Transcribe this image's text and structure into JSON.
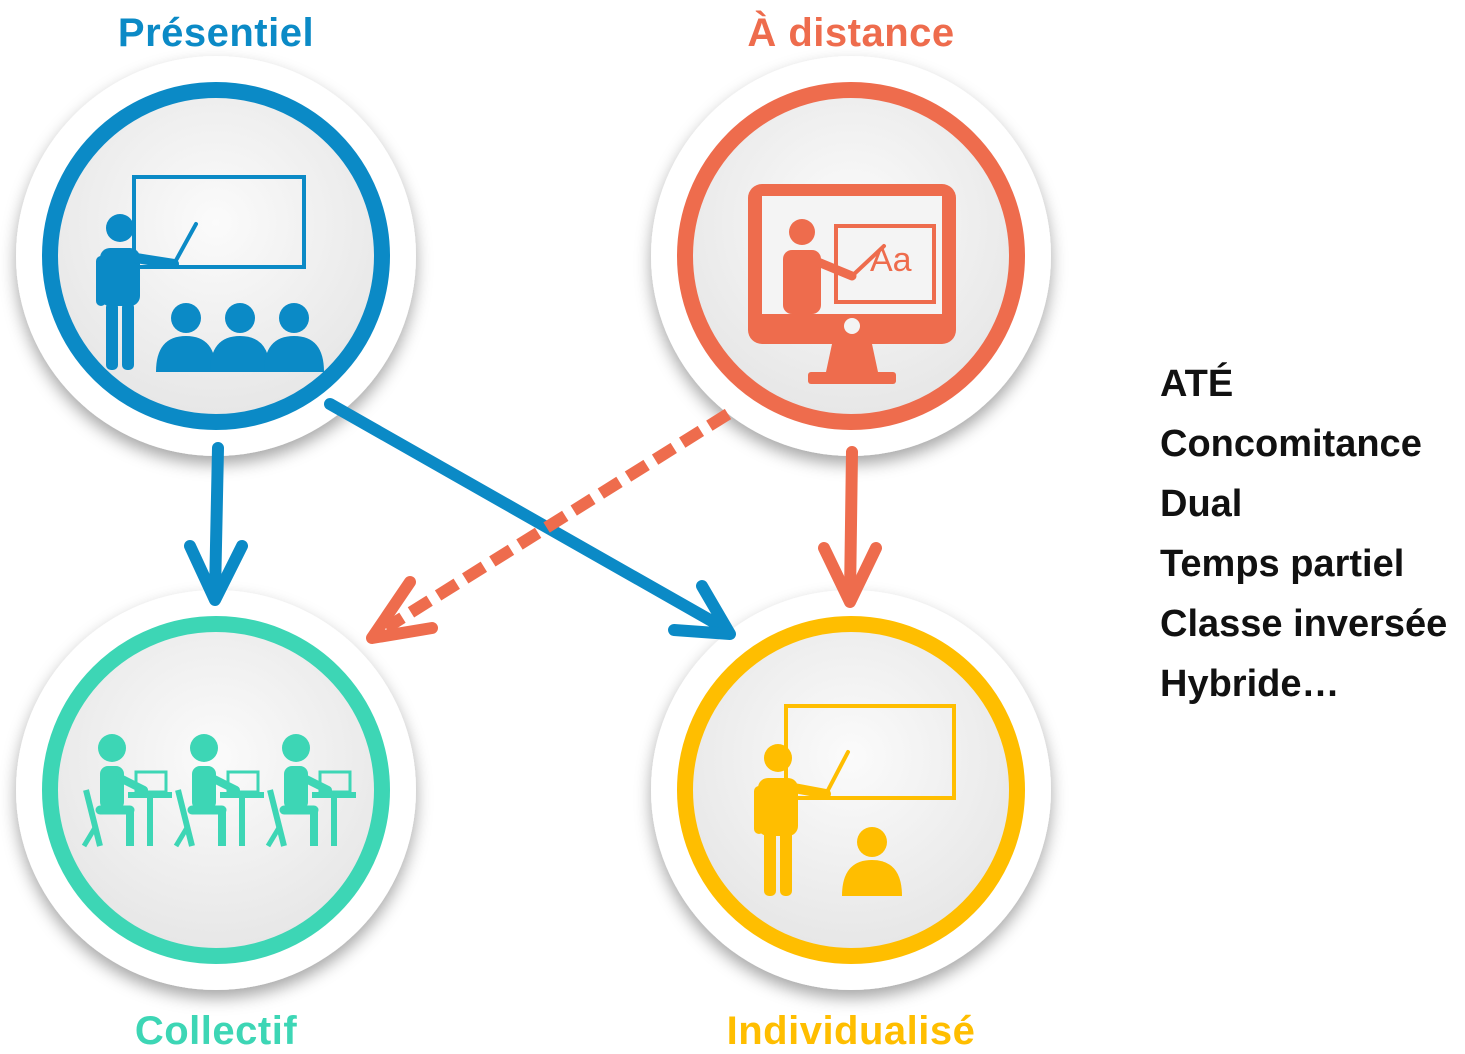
{
  "colors": {
    "presentiel": "#0B8AC6",
    "distance": "#EE6C4D",
    "collectif": "#3DD6B5",
    "individualise": "#FFBE00",
    "text": "#111111",
    "disc_fill": "#F0F0F0",
    "ring": "#FFFFFF"
  },
  "nodes": {
    "presentiel": {
      "label": "Présentiel",
      "icon": "classroom-teacher-icon"
    },
    "distance": {
      "label": "À distance",
      "icon": "computer-screen-lesson-icon",
      "icon_text": "Aa"
    },
    "collectif": {
      "label": "Collectif",
      "icon": "students-at-laptops-icon"
    },
    "individualise": {
      "label": "Individualisé",
      "icon": "teacher-one-student-icon"
    }
  },
  "edges": [
    {
      "from": "presentiel",
      "to": "collectif",
      "style": "solid"
    },
    {
      "from": "presentiel",
      "to": "individualise",
      "style": "solid"
    },
    {
      "from": "distance",
      "to": "individualise",
      "style": "solid"
    },
    {
      "from": "distance",
      "to": "collectif",
      "style": "dashed"
    }
  ],
  "terms": [
    "ATÉ",
    "Concomitance",
    "Dual",
    "Temps partiel",
    "Classe inversée",
    "Hybride…"
  ]
}
